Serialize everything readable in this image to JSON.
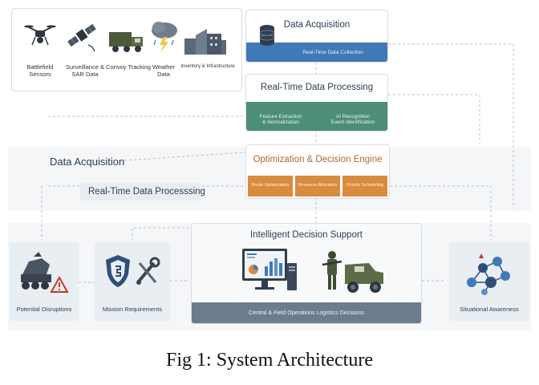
{
  "sources": {
    "battlefield_sensors": "Battlefield\nSensors",
    "surveillance_sar": "Surveillance &\nSAR Data",
    "convoy_tracking": "Convoy Tracking",
    "weather_data": "Weather\nData",
    "inventory": "Inventory & Infrastructure"
  },
  "acquisition": {
    "title": "Data Acquisition",
    "subtitle": "Real-Time Data Collection"
  },
  "processing": {
    "title": "Real-Time Data Processing",
    "left_sub": "Feature Extraction\n& Normalization",
    "right_sub": "AI Recognition\nEvent Identification"
  },
  "optimization": {
    "title": "Optimization & Decision Engine",
    "modules": [
      "Route Optimization",
      "Resource Allocation",
      "Priority Scheduling"
    ]
  },
  "side_labels": {
    "acquisition": "Data Acquisition",
    "processing": "Real-Time Data Processsing"
  },
  "decision_support": {
    "title": "Intelligent Decision Support",
    "footer": "Central & Field Operations Logistics Decisions"
  },
  "bottom": {
    "disruptions": "Potential Disruptions",
    "mission": "Mission Requirements",
    "situational": "Situational Awareness"
  },
  "caption": "Fig 1: System Architecture",
  "colors": {
    "blue": "#3f79b8",
    "green": "#4c8e78",
    "orange": "#d98b3f",
    "slate": "#6b7c8d"
  }
}
